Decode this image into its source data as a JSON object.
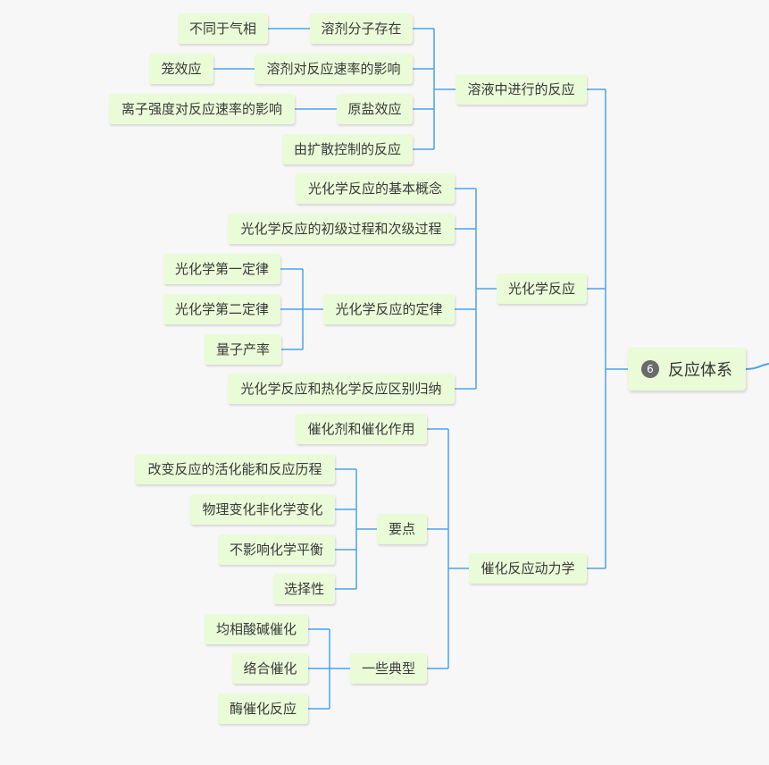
{
  "colors": {
    "background": "#f7f7f7",
    "node_fill": "#eafbd8",
    "connector": "#4aa3ee",
    "badge": "#6b6b6b"
  },
  "root": {
    "badge": "6",
    "label": "反应体系"
  },
  "branches": [
    {
      "label": "溶液中进行的反应",
      "children": [
        {
          "label": "溶剂分子存在",
          "children": [
            {
              "label": "不同于气相"
            }
          ]
        },
        {
          "label": "溶剂对反应速率的影响",
          "children": [
            {
              "label": "笼效应"
            }
          ]
        },
        {
          "label": "原盐效应",
          "children": [
            {
              "label": "离子强度对反应速率的影响"
            }
          ]
        },
        {
          "label": "由扩散控制的反应"
        }
      ]
    },
    {
      "label": "光化学反应",
      "children": [
        {
          "label": "光化学反应的基本概念"
        },
        {
          "label": "光化学反应的初级过程和次级过程"
        },
        {
          "label": "光化学反应的定律",
          "children": [
            {
              "label": "光化学第一定律"
            },
            {
              "label": "光化学第二定律"
            },
            {
              "label": "量子产率"
            }
          ]
        },
        {
          "label": "光化学反应和热化学反应区别归纳"
        }
      ]
    },
    {
      "label": "催化反应动力学",
      "children": [
        {
          "label": "催化剂和催化作用"
        },
        {
          "label": "要点",
          "children": [
            {
              "label": "改变反应的活化能和反应历程"
            },
            {
              "label": "物理变化非化学变化"
            },
            {
              "label": "不影响化学平衡"
            },
            {
              "label": "选择性"
            }
          ]
        },
        {
          "label": "一些典型",
          "children": [
            {
              "label": "均相酸碱催化"
            },
            {
              "label": "络合催化"
            },
            {
              "label": "酶催化反应"
            }
          ]
        }
      ]
    }
  ]
}
